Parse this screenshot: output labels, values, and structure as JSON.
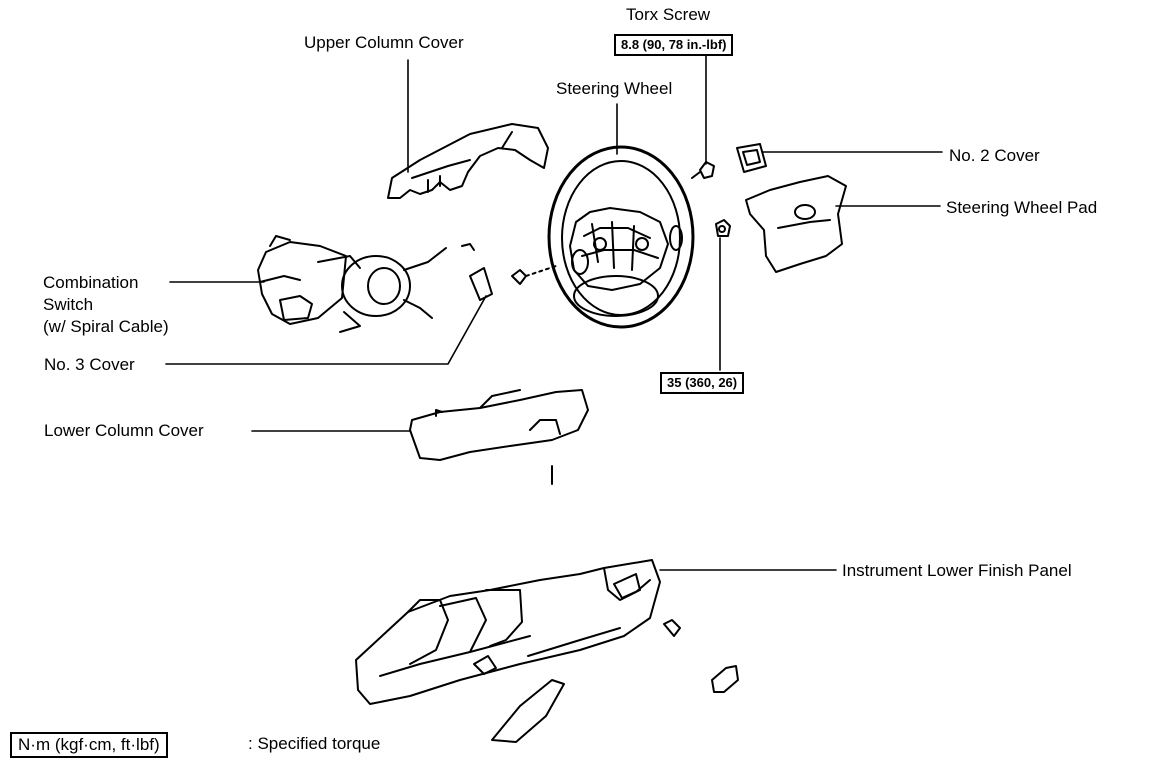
{
  "labels": {
    "torx_screw": "Torx Screw",
    "upper_column_cover": "Upper Column Cover",
    "steering_wheel": "Steering Wheel",
    "no2_cover": "No. 2 Cover",
    "steering_wheel_pad": "Steering Wheel Pad",
    "combination_switch": [
      "Combination",
      "Switch",
      "(w/ Spiral Cable)"
    ],
    "no3_cover": "No. 3 Cover",
    "lower_column_cover": "Lower Column Cover",
    "instrument_lower_finish_panel": "Instrument Lower Finish Panel"
  },
  "torques": {
    "torx_screw": "8.8 (90, 78 in.-lbf)",
    "nut": "35 (360, 26)"
  },
  "legend": {
    "unit": "N·m (kgf·cm, ft·lbf)",
    "description": ": Specified torque"
  }
}
